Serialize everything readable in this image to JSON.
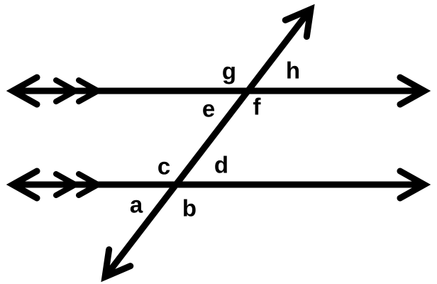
{
  "diagram": {
    "type": "geometry-diagram",
    "subject": "two parallel lines cut by a transversal",
    "colors": {
      "stroke": "#000000",
      "background": "#ffffff"
    },
    "angle_labels": {
      "top_intersection": {
        "above_left": "g",
        "above_right": "h",
        "below_left": "e",
        "below_right": "f"
      },
      "bottom_intersection": {
        "above_left": "c",
        "above_right": "d",
        "below_left": "a",
        "below_right": "b"
      }
    }
  }
}
